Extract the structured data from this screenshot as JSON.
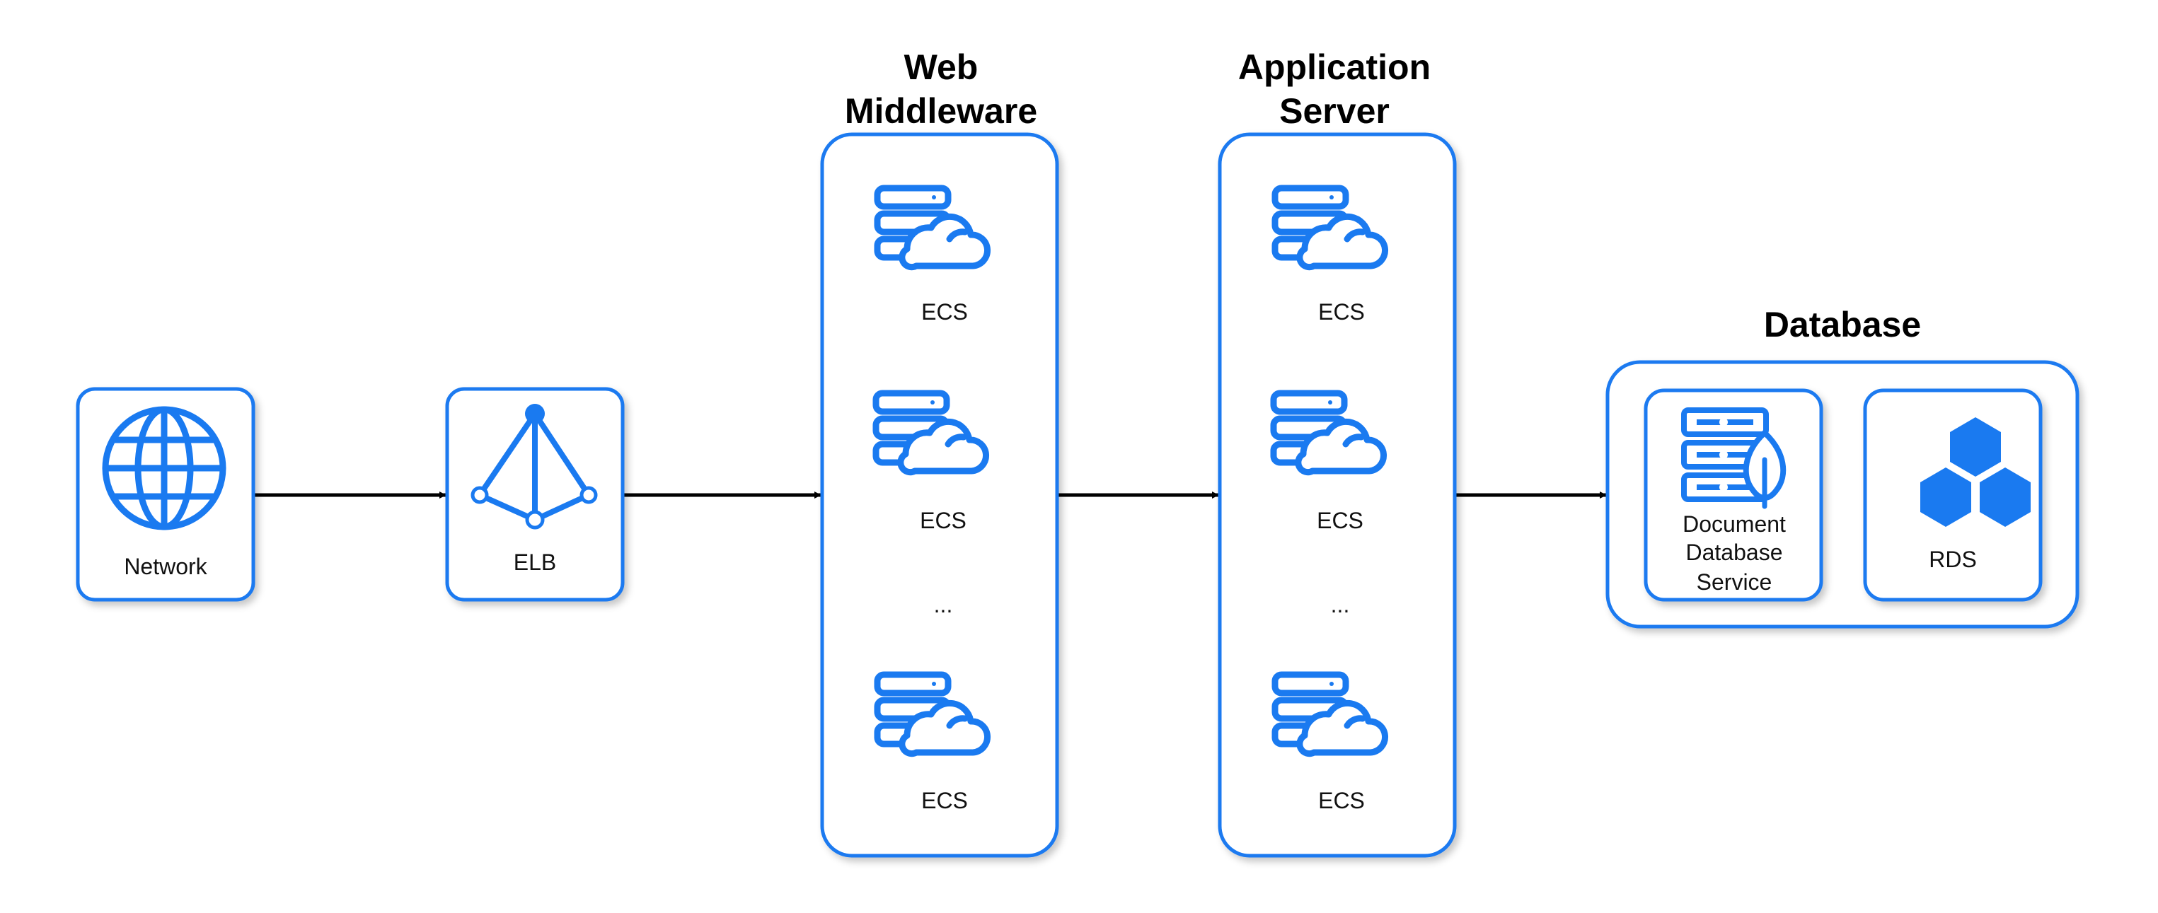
{
  "colors": {
    "accent": "#1a7af0",
    "arrow": "#000000",
    "text": "#111111"
  },
  "nodes": {
    "network": {
      "label": "Network",
      "icon": "globe-icon"
    },
    "elb": {
      "label": "ELB",
      "icon": "load-balancer-icon"
    }
  },
  "groups": {
    "web_middleware": {
      "title_line1": "Web",
      "title_line2": "Middleware",
      "items": [
        {
          "label": "ECS",
          "icon": "server-cloud-icon"
        },
        {
          "label": "ECS",
          "icon": "server-cloud-icon"
        },
        {
          "label": "ECS",
          "icon": "server-cloud-icon"
        }
      ],
      "ellipsis": "..."
    },
    "application_server": {
      "title_line1": "Application",
      "title_line2": "Server",
      "items": [
        {
          "label": "ECS",
          "icon": "server-cloud-icon"
        },
        {
          "label": "ECS",
          "icon": "server-cloud-icon"
        },
        {
          "label": "ECS",
          "icon": "server-cloud-icon"
        }
      ],
      "ellipsis": "..."
    },
    "database": {
      "title": "Database",
      "document_db": {
        "line1": "Document",
        "line2": "Database",
        "line3": "Service",
        "icon": "document-database-icon"
      },
      "rds": {
        "label": "RDS",
        "icon": "rds-hexagons-icon"
      }
    }
  },
  "edges": [
    {
      "from": "Network",
      "to": "ELB"
    },
    {
      "from": "ELB",
      "to": "Web Middleware"
    },
    {
      "from": "Web Middleware",
      "to": "Application Server"
    },
    {
      "from": "Application Server",
      "to": "Database"
    }
  ]
}
